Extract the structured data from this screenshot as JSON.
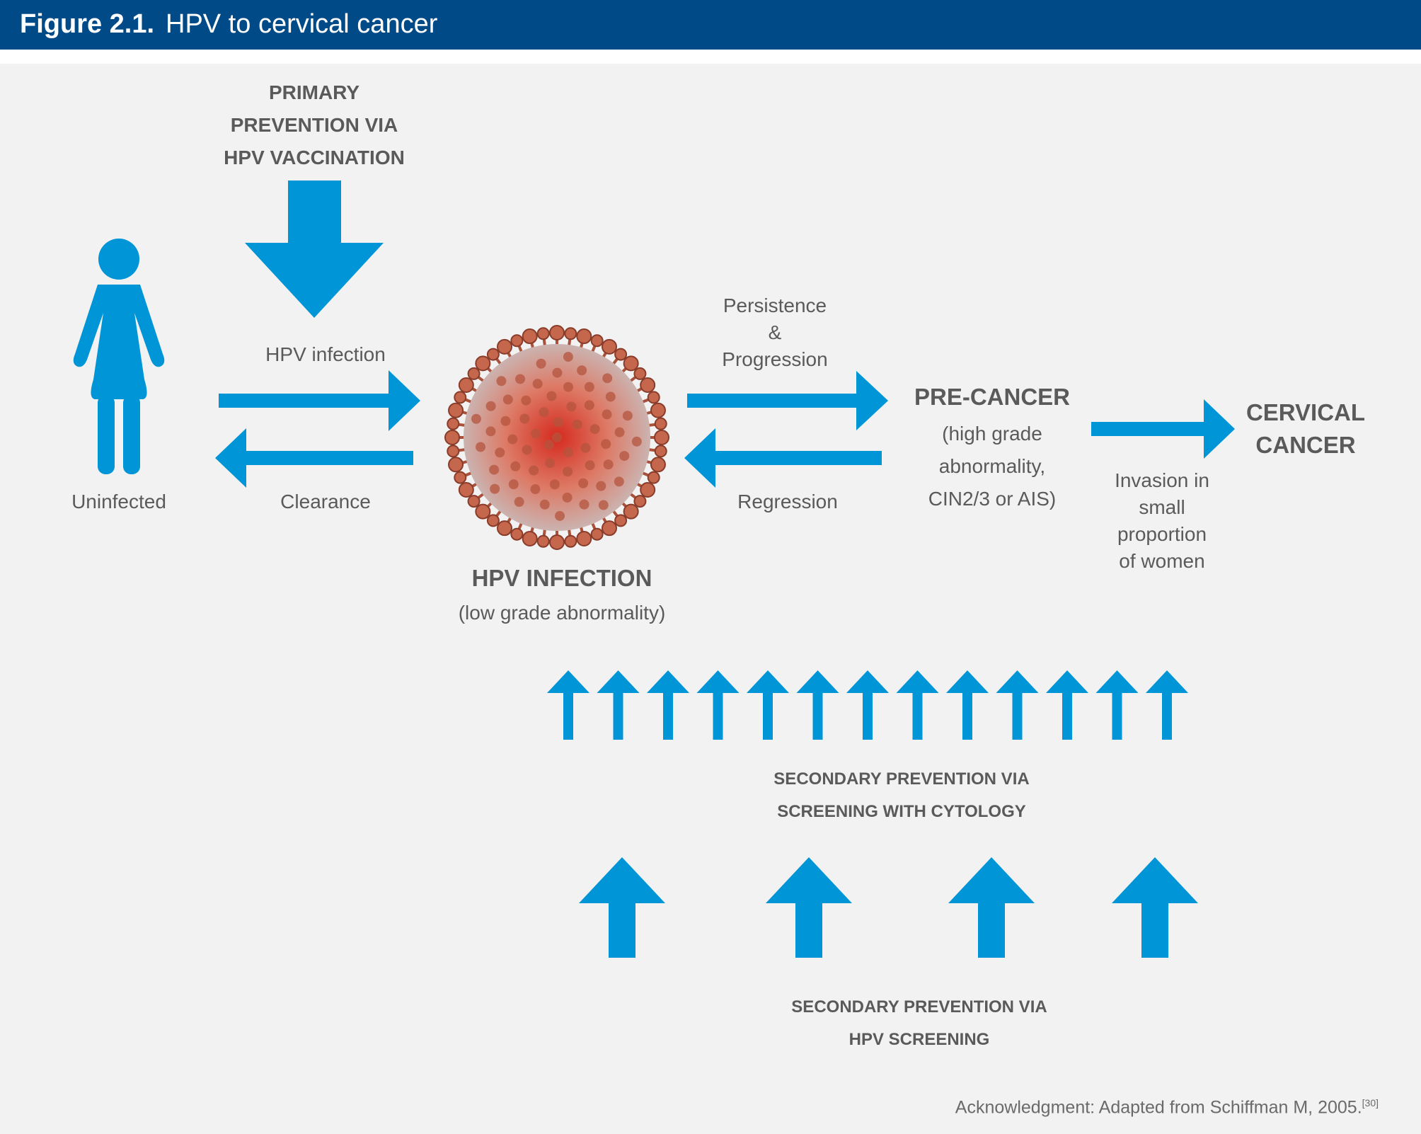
{
  "figure": {
    "label": "Figure 2.1.",
    "title": "HPV to cervical cancer"
  },
  "primary_prevention": [
    "PRIMARY",
    "PREVENTION VIA",
    "HPV VACCINATION"
  ],
  "labels": {
    "uninfected": "Uninfected",
    "hpv_infection_arrow": "HPV infection",
    "clearance": "Clearance",
    "persistence": [
      "Persistence",
      "&",
      "Progression"
    ],
    "regression": "Regression",
    "hpv_infection_stage": {
      "title": "HPV INFECTION",
      "subtitle": "(low grade abnormality)"
    },
    "pre_cancer": {
      "title": "PRE-CANCER",
      "details": [
        "(high grade",
        "abnormality,",
        "CIN2/3 or AIS)"
      ]
    },
    "cervical_cancer": [
      "CERVICAL",
      "CANCER"
    ],
    "invasion": [
      "Invasion in",
      "small",
      "proportion",
      "of women"
    ]
  },
  "secondary_cytology": [
    "SECONDARY PREVENTION VIA",
    "SCREENING WITH CYTOLOGY"
  ],
  "secondary_hpv": [
    "SECONDARY PREVENTION VIA",
    "HPV SCREENING"
  ],
  "acknowledgment": {
    "text": "Acknowledgment: Adapted from Schiffman M, 2005.",
    "ref": "[30]"
  },
  "colors": {
    "header": "#004a87",
    "arrow": "#0095d6",
    "panel": "#f2f2f2",
    "text": "#5a5a5a"
  },
  "icons": {
    "person": "woman-icon",
    "virus": "hpv-virus-icon"
  }
}
